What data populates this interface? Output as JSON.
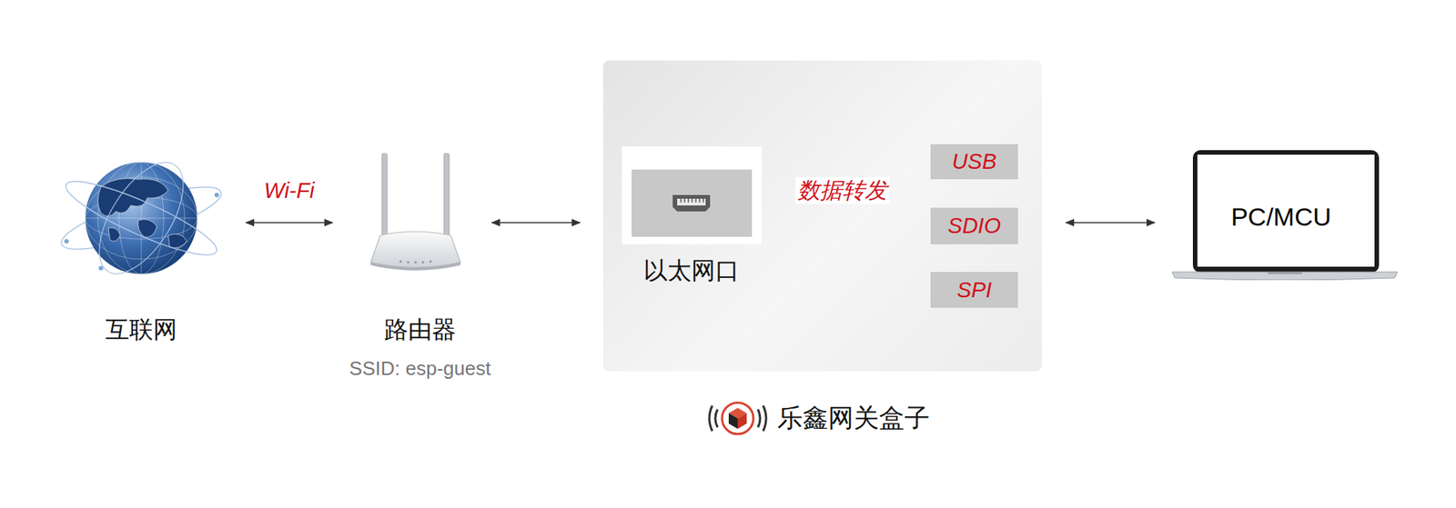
{
  "diagram": {
    "nodes": [
      {
        "text": [
          "互联网"
        ]
      },
      {
        "text": [
          "路由器",
          "SSID: esp-guest"
        ]
      },
      {
        "text": [
          "乐鑫网关盒子"
        ]
      },
      {
        "text": [
          "以太网口"
        ],
        "in": 2
      },
      {
        "text": [
          "USB"
        ],
        "in": 2
      },
      {
        "text": [
          "SDIO"
        ],
        "in": 2
      },
      {
        "text": [
          "SPI"
        ],
        "in": 2
      },
      {
        "text": [
          "PC/MCU"
        ]
      }
    ],
    "edges": [
      {
        "from": 0,
        "to": 1,
        "label": "Wi-Fi",
        "arrow": "both"
      },
      {
        "from": 1,
        "to": 2,
        "arrow": "both"
      },
      {
        "from": 3,
        "to": 5,
        "label": "数据转发",
        "arrow": "both"
      },
      {
        "from": 2,
        "to": 7,
        "arrow": "both"
      }
    ]
  }
}
